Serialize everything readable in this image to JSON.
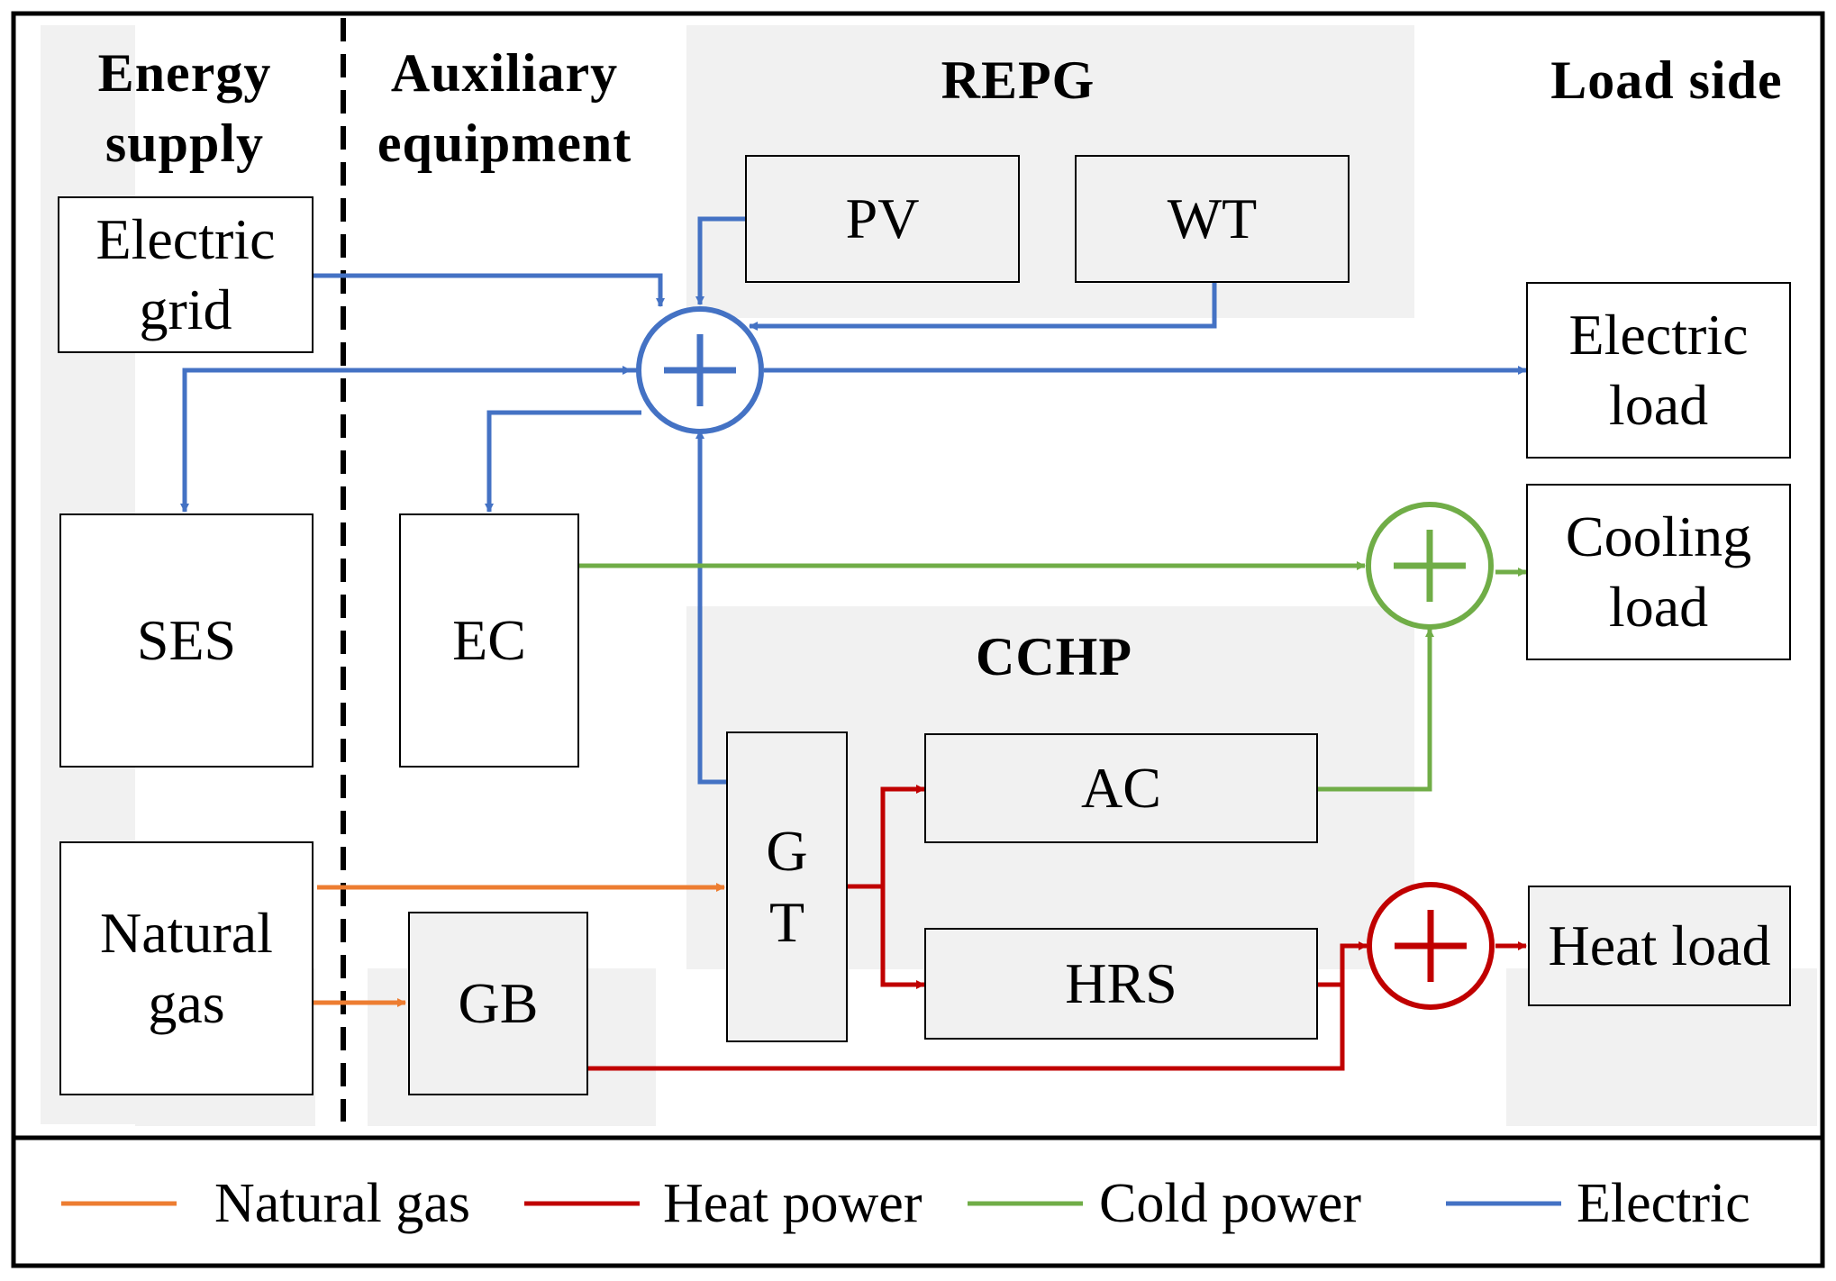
{
  "sections": {
    "energy_supply": "Energy supply",
    "auxiliary_equipment": "Auxiliary equipment",
    "repg": "REPG",
    "load_side": "Load side",
    "cchp": "CCHP"
  },
  "blocks": {
    "electric_grid": "Electric grid",
    "ses": "SES",
    "natural_gas": "Natural gas",
    "ec": "EC",
    "gb": "GB",
    "pv": "PV",
    "wt": "WT",
    "gt_line1": "G",
    "gt_line2": "T",
    "ac": "AC",
    "hrs": "HRS",
    "electric_load": "Electric load",
    "cooling_load": "Cooling load",
    "heat_load": "Heat load"
  },
  "legend": {
    "natural_gas": "Natural gas",
    "heat_power": "Heat power",
    "cold_power": "Cold power",
    "electric": "Electric"
  },
  "colors": {
    "natural_gas": "#ED7D31",
    "heat_power": "#C00000",
    "cold_power": "#70AD47",
    "electric": "#4472C4"
  }
}
